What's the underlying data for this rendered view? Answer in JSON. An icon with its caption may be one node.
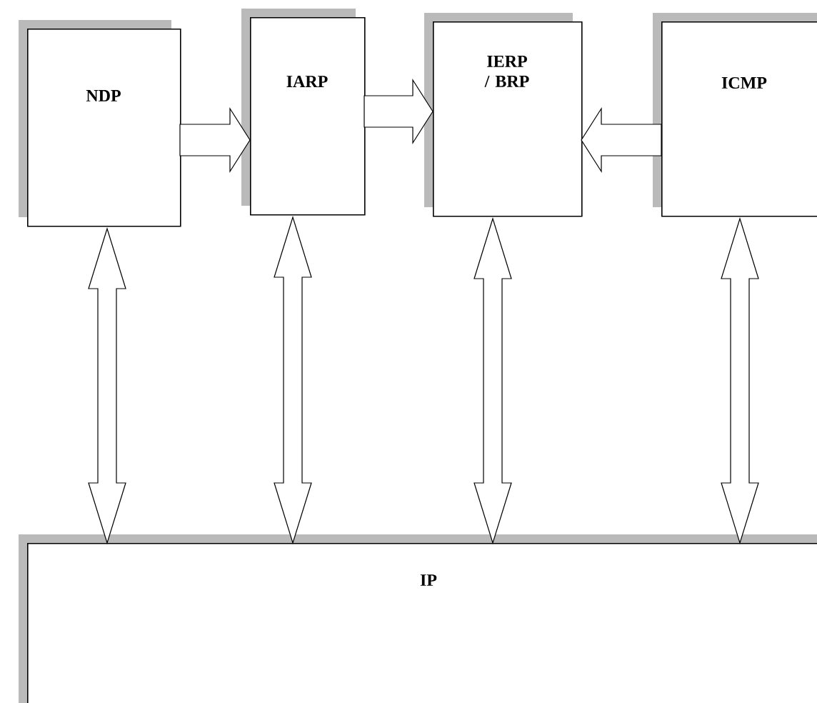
{
  "diagram": {
    "nodes": [
      {
        "text": [
          "NDP"
        ]
      },
      {
        "text": [
          "IARP"
        ]
      },
      {
        "text": [
          "IERP / BRP"
        ]
      },
      {
        "text": [
          "ICMP"
        ]
      },
      {
        "text": [
          "IP"
        ]
      }
    ],
    "edges": [
      {
        "from": 0,
        "to": 1,
        "arrow": "to"
      },
      {
        "from": 1,
        "to": 2,
        "arrow": "to"
      },
      {
        "from": 3,
        "to": 2,
        "arrow": "to"
      },
      {
        "from": 0,
        "to": 4,
        "arrow": "both"
      },
      {
        "from": 1,
        "to": 4,
        "arrow": "both"
      },
      {
        "from": 2,
        "to": 4,
        "arrow": "both"
      },
      {
        "from": 3,
        "to": 4,
        "arrow": "both"
      }
    ]
  }
}
